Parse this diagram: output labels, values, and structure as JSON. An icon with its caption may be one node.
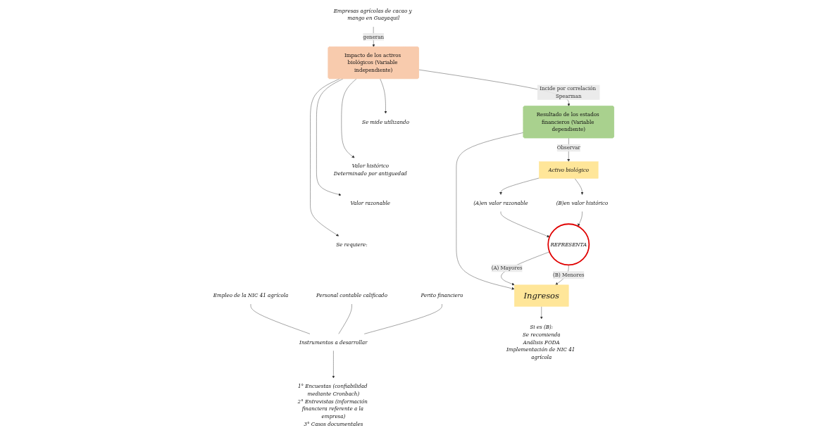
{
  "diagram": {
    "nodes": [
      {
        "text": [
          "Empresas agrícolas de cacao y mango en Guayaquil"
        ]
      },
      {
        "text": [
          "Impacto de los activos biológicos (Variable independiente)"
        ]
      },
      {
        "text": [
          "Resultado de los estados financieros (Variable dependiente)"
        ]
      },
      {
        "text": [
          "Se mide utilizando"
        ]
      },
      {
        "text": [
          "Valor histórico"
        ],
        "beside": [
          "Determinado por antiguedad"
        ]
      },
      {
        "text": [
          "Valor razonable"
        ]
      },
      {
        "text": [
          "Se requiere:"
        ]
      },
      {
        "text": [
          "Empleo de la NIC 41 agrícola"
        ]
      },
      {
        "text": [
          "Personal contable calificado"
        ]
      },
      {
        "text": [
          "Perito financiero"
        ]
      },
      {
        "text": [
          "Instrumentos a desarrollar"
        ]
      },
      {
        "text": [
          "1° Encuestas (confiabilidad mediante Cronbach)",
          "2° Entrevistas (información financiera referente a la empresa)",
          "3° Casos documentales"
        ]
      },
      {
        "text": [
          "Activo biológico"
        ]
      },
      {
        "text": [
          "(A)en valor razonable"
        ]
      },
      {
        "text": [
          "(B)en valor histórico"
        ]
      },
      {
        "text": [
          "REPRESENTA"
        ]
      },
      {
        "text": [
          "Ingresos"
        ]
      },
      {
        "text": [
          "Si es (B):",
          "Se recomienda",
          "Análisis FODA",
          "Implementación de NIC 41 agrícola"
        ]
      }
    ],
    "edges": [
      {
        "from": 0,
        "to": 1,
        "arrow": "to",
        "label": "generan"
      },
      {
        "from": 1,
        "to": 2,
        "arrow": "to",
        "label": "Incide por correlación Spearman"
      },
      {
        "from": 1,
        "to": 3,
        "arrow": "to"
      },
      {
        "from": 1,
        "to": 4,
        "arrow": "to"
      },
      {
        "from": 1,
        "to": 5,
        "arrow": "to"
      },
      {
        "from": 1,
        "to": 6,
        "arrow": "to"
      },
      {
        "from": 7,
        "to": 10,
        "arrow": "none"
      },
      {
        "from": 8,
        "to": 10,
        "arrow": "none"
      },
      {
        "from": 9,
        "to": 10,
        "arrow": "none"
      },
      {
        "from": 10,
        "to": 11,
        "arrow": "to"
      },
      {
        "from": 2,
        "to": 12,
        "arrow": "to",
        "label": "Observar"
      },
      {
        "from": 2,
        "to": 16,
        "arrow": "to"
      },
      {
        "from": 12,
        "to": 13,
        "arrow": "to"
      },
      {
        "from": 12,
        "to": 14,
        "arrow": "to"
      },
      {
        "from": 13,
        "to": 15,
        "arrow": "to"
      },
      {
        "from": 14,
        "to": 15,
        "arrow": "to"
      },
      {
        "from": 15,
        "to": 16,
        "arrow": "to",
        "label": "(A) Mayores"
      },
      {
        "from": 15,
        "to": 16,
        "arrow": "to",
        "label": "(B) Menores"
      },
      {
        "from": 16,
        "to": 17,
        "arrow": "to"
      }
    ]
  }
}
